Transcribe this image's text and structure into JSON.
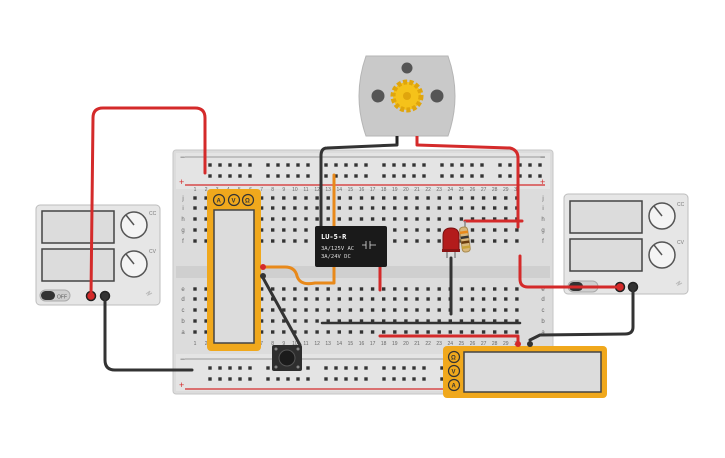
{
  "relay": {
    "model": "LU-5-R",
    "line1": "3A/125V AC",
    "line2": "3A/24V DC"
  },
  "power_supply_left": {
    "switch_label": "OFF",
    "knob1_label": "CC",
    "knob2_label": "CV"
  },
  "power_supply_right": {
    "knob1_label": "CC",
    "knob2_label": "CV"
  },
  "multimeter_left": {
    "modes": [
      "A",
      "V",
      "Ω"
    ]
  },
  "multimeter_right": {
    "modes": [
      "Ω",
      "V",
      "A"
    ]
  },
  "breadboard": {
    "rail_plus": "+",
    "rail_minus": "−",
    "rows_top": [
      "j",
      "i",
      "h",
      "g",
      "f"
    ],
    "rows_bottom": [
      "e",
      "d",
      "c",
      "b",
      "a"
    ],
    "col_numbers": [
      "1",
      "2",
      "3",
      "4",
      "5",
      "6",
      "7",
      "8",
      "9",
      "10",
      "11",
      "12",
      "13",
      "14",
      "15",
      "16",
      "17",
      "18",
      "19",
      "20",
      "21",
      "22",
      "23",
      "24",
      "25",
      "26",
      "27",
      "28",
      "29",
      "30"
    ]
  },
  "colors": {
    "wire_red": "#d42a2a",
    "wire_black": "#333333",
    "wire_orange": "#e8891a",
    "multimeter_yellow": "#f0a81c",
    "relay_body": "#1a1a1a",
    "motor_body": "#c9c9c9",
    "motor_gear": "#f5c21a"
  }
}
